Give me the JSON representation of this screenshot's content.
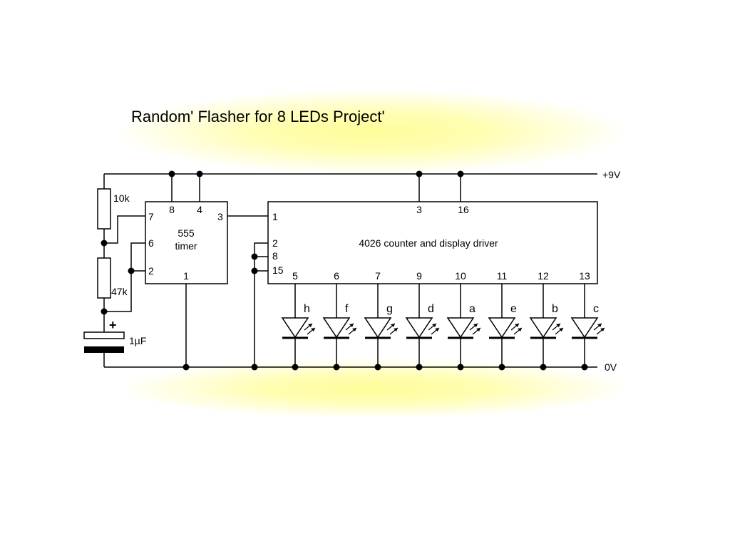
{
  "title": "Random' Flasher for 8 LEDs Project'",
  "colors": {
    "glow": "#fffd9a",
    "ink": "#000000",
    "background": "#ffffff"
  },
  "rails": {
    "positive": "+9V",
    "ground": "0V"
  },
  "components": {
    "r1": "10k",
    "r2": "47k",
    "cap": "1µF",
    "cap_polarity": "+"
  },
  "timer": {
    "name_line1": "555",
    "name_line2": "timer",
    "pins": {
      "p8": "8",
      "p4": "4",
      "p7": "7",
      "p6": "6",
      "p2": "2",
      "p3": "3",
      "p1": "1"
    }
  },
  "counter": {
    "name": "4026 counter and display driver",
    "pins": {
      "p1": "1",
      "p3": "3",
      "p16": "16",
      "p2": "2",
      "p8": "8",
      "p15": "15"
    },
    "outputs": [
      {
        "pin": "5",
        "segment": "h"
      },
      {
        "pin": "6",
        "segment": "f"
      },
      {
        "pin": "7",
        "segment": "g"
      },
      {
        "pin": "9",
        "segment": "d"
      },
      {
        "pin": "10",
        "segment": "a"
      },
      {
        "pin": "11",
        "segment": "e"
      },
      {
        "pin": "12",
        "segment": "b"
      },
      {
        "pin": "13",
        "segment": "c"
      }
    ]
  }
}
